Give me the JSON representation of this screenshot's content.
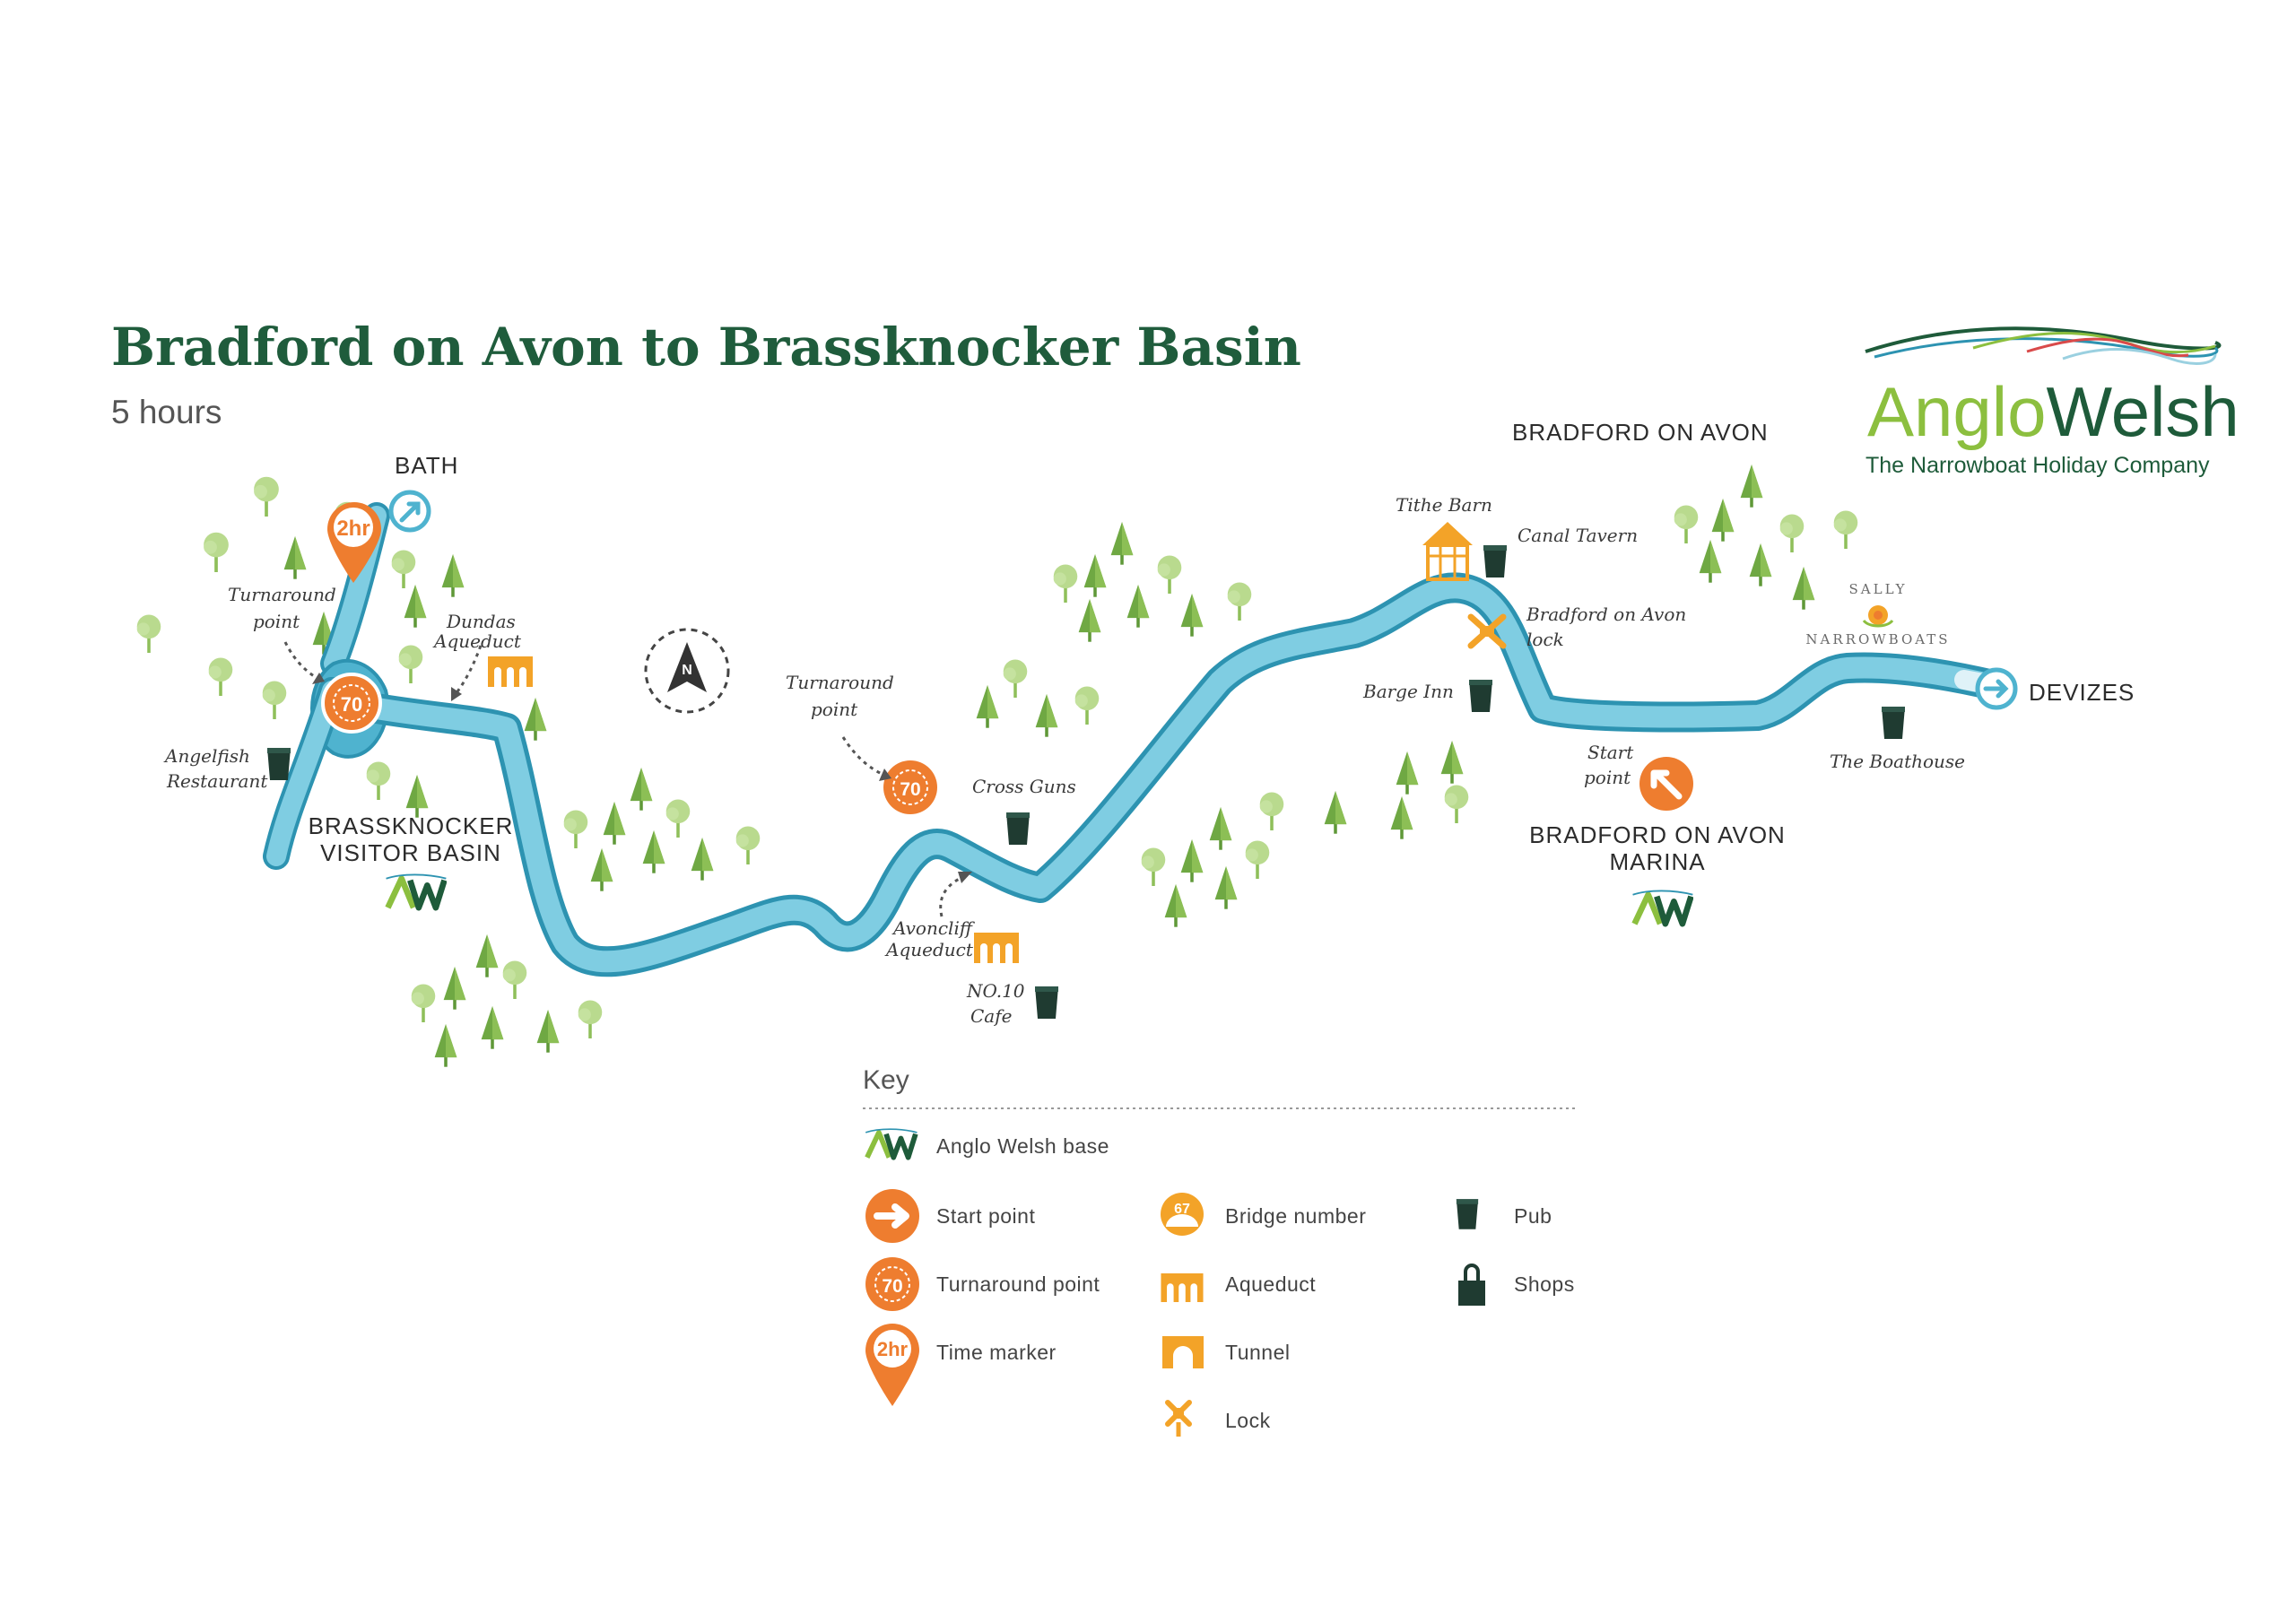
{
  "title": "Bradford on Avon to Brassknocker Basin",
  "subtitle": "5 hours",
  "brand": {
    "name_part1": "Anglo",
    "name_part2": "Welsh",
    "tagline": "The Narrowboat Holiday Company"
  },
  "places": {
    "bath": "BATH",
    "devizes": "DEVIZES",
    "bradford_on_avon": "BRADFORD ON AVON",
    "brassknocker_line1": "BRASSKNOCKER",
    "brassknocker_line2": "VISITOR BASIN",
    "marina_line1": "BRADFORD ON AVON",
    "marina_line2": "MARINA"
  },
  "annotations": {
    "turnaround_left_1": "Turnaround",
    "turnaround_left_2": "point",
    "dundas_1": "Dundas",
    "dundas_2": "Aqueduct",
    "angelfish_1": "Angelfish",
    "angelfish_2": "Restaurant",
    "turnaround_mid_1": "Turnaround",
    "turnaround_mid_2": "point",
    "cross_guns": "Cross Guns",
    "avoncliff_1": "Avoncliff",
    "avoncliff_2": "Aqueduct",
    "no10_1": "NO.10",
    "no10_2": "Cafe",
    "tithe_barn": "Tithe Barn",
    "canal_tavern": "Canal Tavern",
    "bradford_lock_1": "Bradford on Avon",
    "bradford_lock_2": "lock",
    "barge_inn": "Barge Inn",
    "start_1": "Start",
    "start_2": "point",
    "boathouse": "The Boathouse",
    "sally_1": "SALLY",
    "sally_2": "NARROWBOATS"
  },
  "markers": {
    "time_marker": "2hr",
    "turnaround_number_left": "70",
    "turnaround_number_mid": "70",
    "aw_badge": "AW",
    "compass": "N"
  },
  "key": {
    "heading": "Key",
    "items": {
      "anglo_welsh_base": "Anglo Welsh base",
      "start_point": "Start point",
      "turnaround_point": "Turnaround point",
      "time_marker": "Time marker",
      "bridge_number": "Bridge number",
      "aqueduct": "Aqueduct",
      "tunnel": "Tunnel",
      "lock": "Lock",
      "pub": "Pub",
      "shops": "Shops"
    },
    "icon_labels": {
      "turnaround_number": "70",
      "time_marker": "2hr",
      "bridge_number": "67",
      "aw": "AW"
    }
  },
  "colors": {
    "canal": "#4fb3cf",
    "canal_edge": "#2d93b1",
    "orange": "#ee7d2f",
    "amber": "#f3a328",
    "pub": "#1f3b31",
    "tree_light": "#b7d98b",
    "tree_dark": "#6fa843",
    "title": "#1f5c3c",
    "brand_green": "#8cbf3f",
    "brand_dark": "#1e5b3a"
  }
}
